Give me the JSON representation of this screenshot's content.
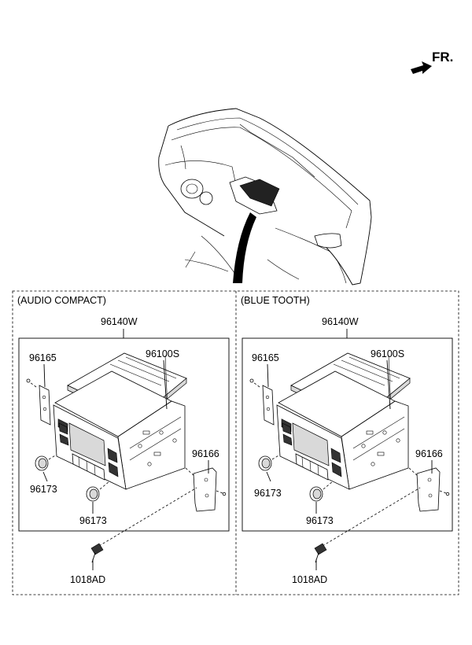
{
  "orientation_label": "FR.",
  "icons": {
    "front_arrow": "arrow-right-icon"
  },
  "panels": [
    {
      "title": "(AUDIO COMPACT)",
      "assembly": "96140W",
      "parts": {
        "cover": "96100S",
        "bracket_left": "96165",
        "bracket_right": "96166",
        "knob_left": "96173",
        "knob_right": "96173",
        "screw": "1018AD"
      }
    },
    {
      "title": "(BLUE TOOTH)",
      "assembly": "96140W",
      "parts": {
        "cover": "96100S",
        "bracket_left": "96165",
        "bracket_right": "96166",
        "knob_left": "96173",
        "knob_right": "96173",
        "screw": "1018AD"
      }
    }
  ]
}
